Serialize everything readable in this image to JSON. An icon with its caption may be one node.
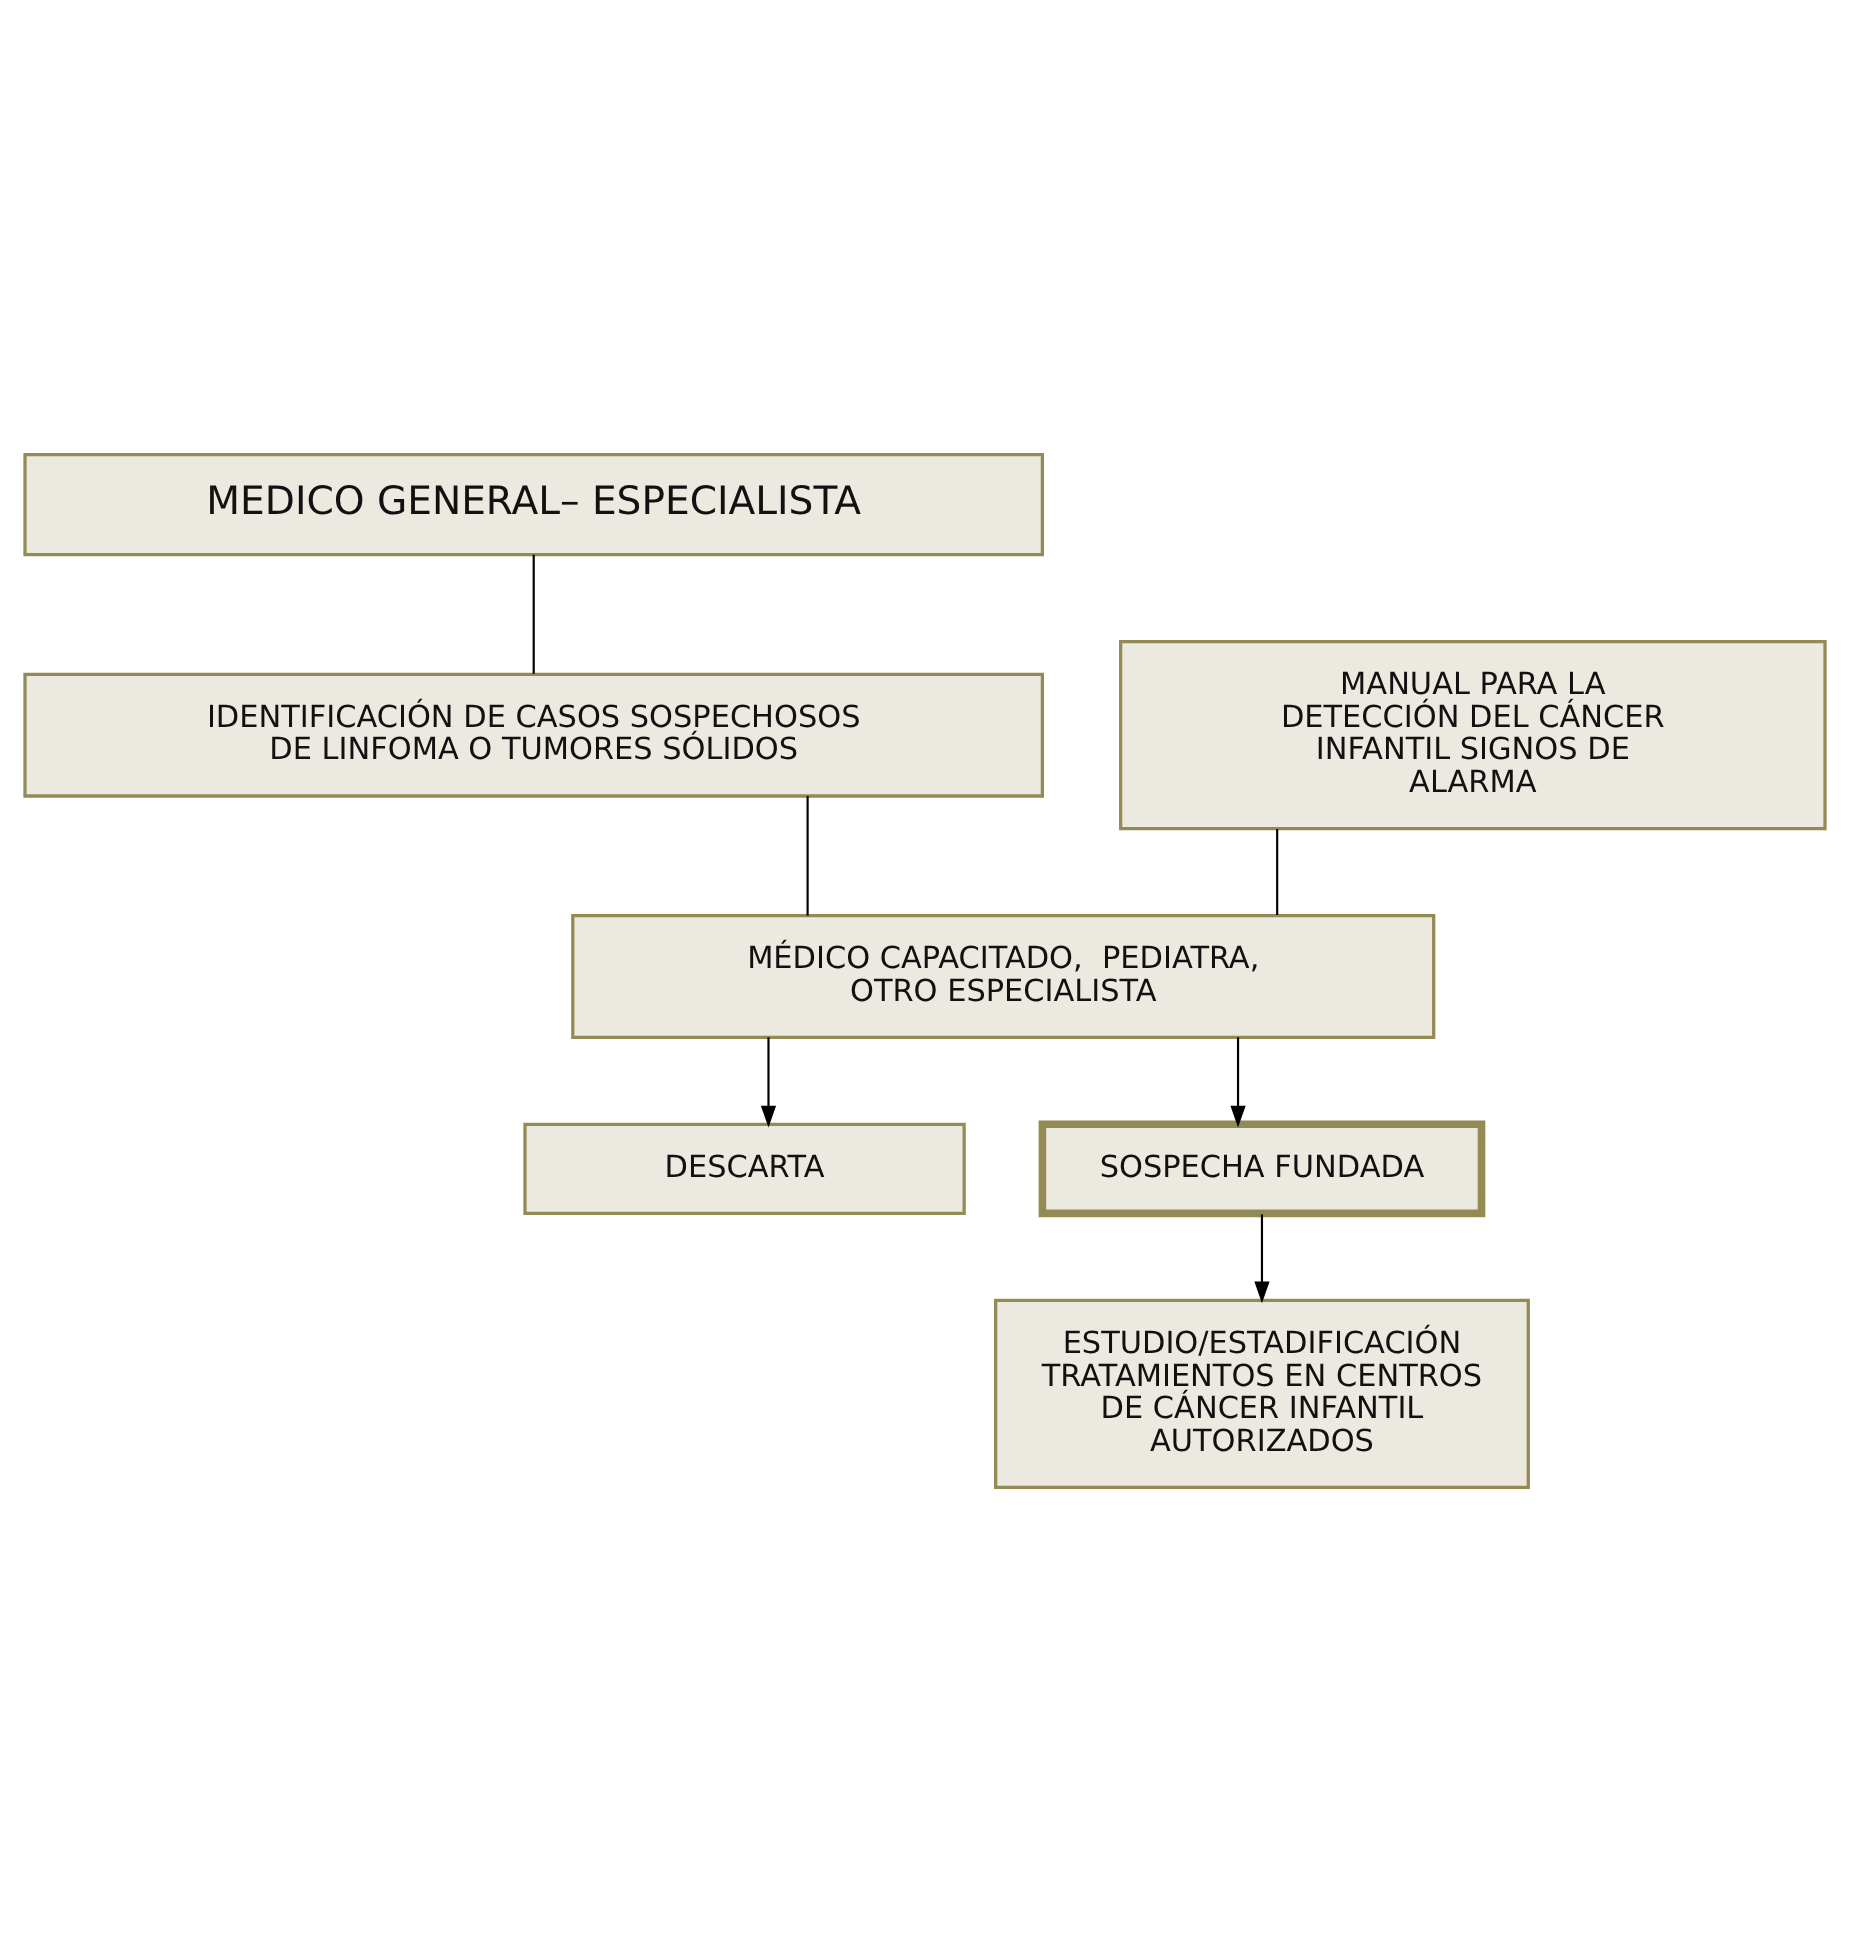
{
  "diagram": {
    "nodes": [
      {
        "text": [
          "MEDICO GENERAL– ESPECIALISTA"
        ]
      },
      {
        "text": [
          "IDENTIFICACIÓN DE CASOS SOSPECHOSOS DE LINFOMA O TUMORES SÓLIDOS"
        ]
      },
      {
        "text": [
          "MANUAL PARA LA  DETECCIÓN DEL CÁNCER INFANTIL SIGNOS DE ALARMA"
        ]
      },
      {
        "text": [
          "MÉDICO CAPACITADO,  PEDIATRA, OTRO ESPECIALISTA"
        ]
      },
      {
        "text": [
          "DESCARTA"
        ]
      },
      {
        "text": [
          "SOSPECHA FUNDADA"
        ]
      },
      {
        "text": [
          "ESTUDIO/ESTADIFICACIÓN TRATAMIENTOS EN CENTROS DE CÁNCER INFANTIL AUTORIZADOS"
        ]
      }
    ],
    "edges": [
      {
        "from": 0,
        "to": 1,
        "arrow": "none"
      },
      {
        "from": 1,
        "to": 3,
        "arrow": "none"
      },
      {
        "from": 2,
        "to": 3,
        "arrow": "none"
      },
      {
        "from": 3,
        "to": 4,
        "arrow": "to"
      },
      {
        "from": 3,
        "to": 5,
        "arrow": "to"
      },
      {
        "from": 5,
        "to": 6,
        "arrow": "to"
      }
    ]
  }
}
